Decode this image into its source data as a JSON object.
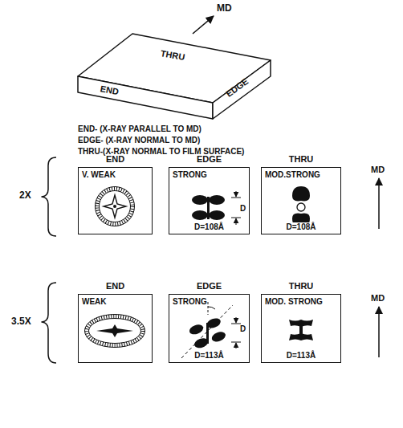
{
  "diagram": {
    "nodes": [
      {
        "text": [
          "END",
          "V. WEAK"
        ]
      },
      {
        "text": [
          "EDGE",
          "STRONG",
          "D",
          "D=108Å"
        ]
      },
      {
        "text": [
          "THRU",
          "MOD.STRONG",
          "D=108Å"
        ]
      },
      {
        "text": [
          "END",
          "WEAK"
        ]
      },
      {
        "text": [
          "EDGE",
          "STRONG",
          "D",
          "D=113Å"
        ]
      },
      {
        "text": [
          "THRU",
          "MOD. STRONG",
          "D=113Å"
        ]
      }
    ],
    "labels": [
      "MD",
      "THRU",
      "EDGE",
      "END",
      "END- (X-RAY PARALLEL TO MD)",
      "EDGE- (X-RAY NORMAL TO MD)",
      "THRU-(X-RAY NORMAL TO FILM SURFACE)",
      "2X",
      "MD",
      "3.5X",
      "MD"
    ]
  }
}
